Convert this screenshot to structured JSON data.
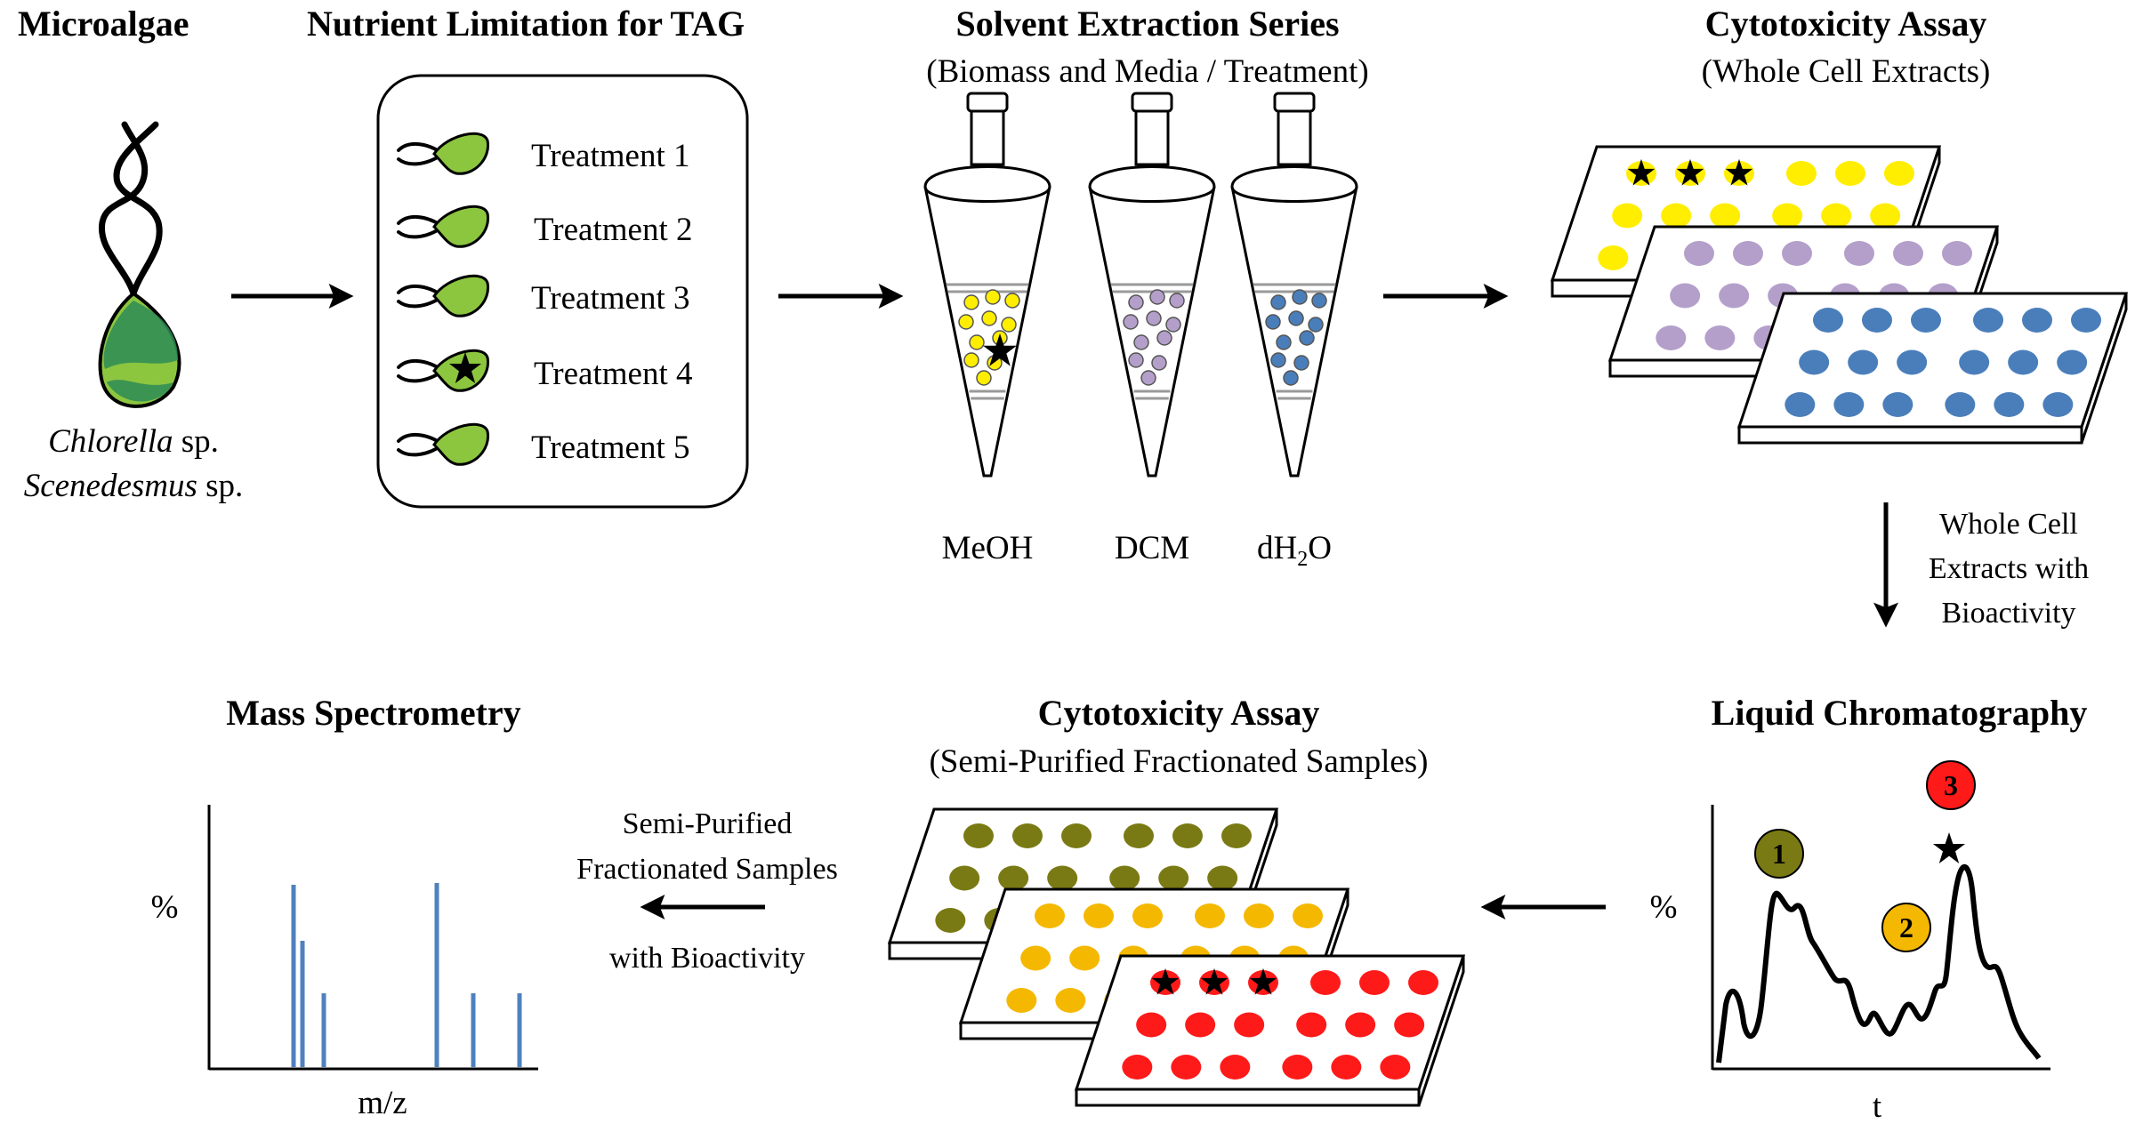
{
  "headings": {
    "microalgae": "Microalgae",
    "nutrient": "Nutrient Limitation for TAG",
    "solvent": "Solvent Extraction Series",
    "solvent_sub": "(Biomass and Media / Treatment)",
    "cyto1": "Cytotoxicity Assay",
    "cyto1_sub": "(Whole Cell Extracts)",
    "mass": "Mass Spectrometry",
    "cyto2": "Cytotoxicity Assay",
    "cyto2_sub": "(Semi-Purified Fractionated Samples)",
    "lc": "Liquid Chromatography"
  },
  "species": [
    "Chlorella",
    "sp.",
    "Scenedesmus",
    "sp."
  ],
  "treatments": [
    "Treatment 1",
    "Treatment 2",
    "Treatment 3",
    "Treatment 4",
    "Treatment 5"
  ],
  "solvents": {
    "meoh": "MeOH",
    "dcm": "DCM",
    "dh": "dH",
    "dh_sub": "2",
    "dh_end": "O"
  },
  "whole_cell_note": [
    "Whole Cell",
    "Extracts with",
    "Bioactivity"
  ],
  "semi_note": [
    "Semi-Purified",
    "Fractionated Samples",
    "with Bioactivity"
  ],
  "axes": {
    "percent": "%",
    "mz": "m/z",
    "t": "t"
  },
  "peaks": [
    "1",
    "2",
    "3"
  ],
  "colors": {
    "algae": "#8cc63f",
    "algae_dark": "#2e8b57",
    "yellow": "#ffee00",
    "lavender": "#b49fca",
    "blue": "#4a7ebb",
    "olive": "#7a7a14",
    "gold": "#f5b800",
    "red": "#ff1a1a",
    "ms_bar": "#4f81bd"
  }
}
